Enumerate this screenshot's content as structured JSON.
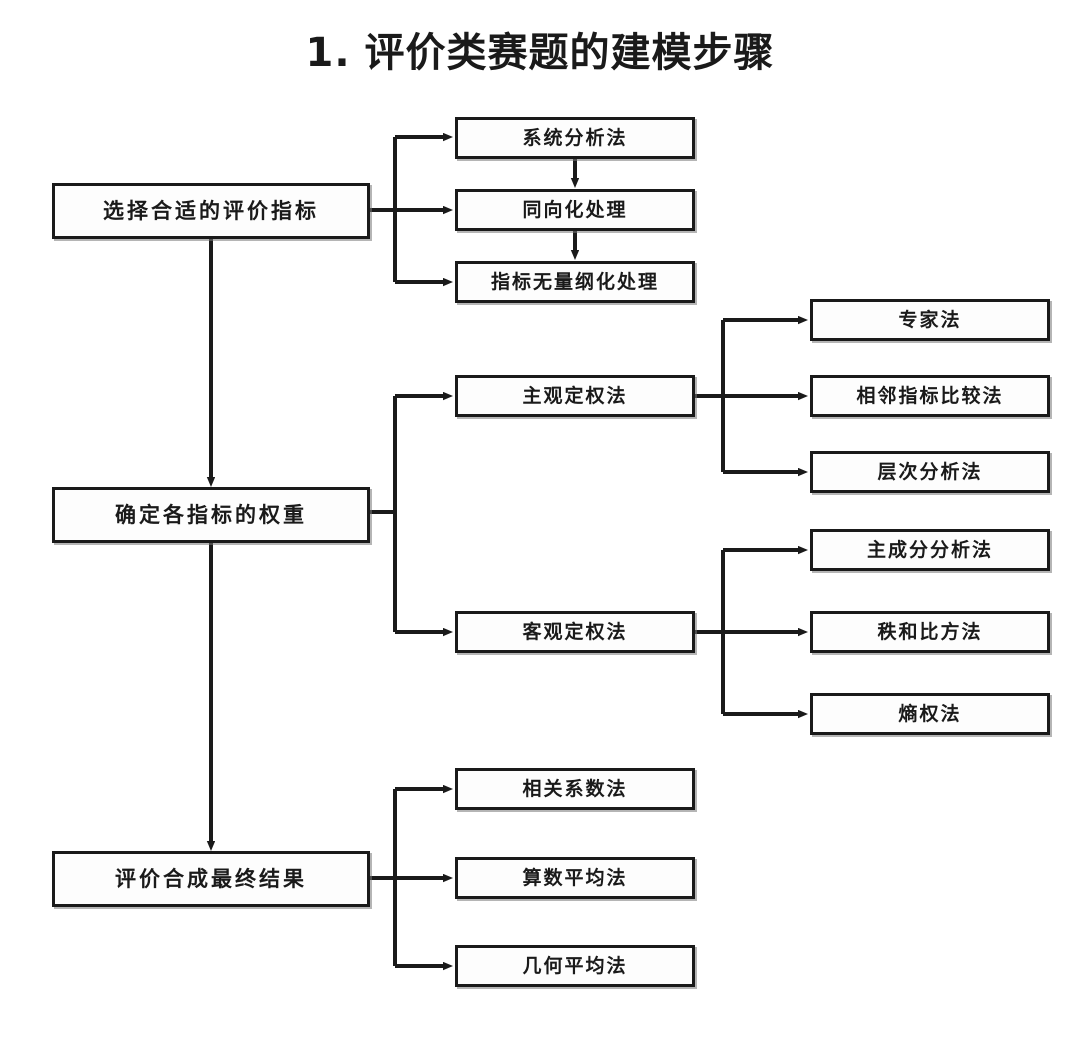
{
  "title": {
    "number": "1.",
    "text": "评价类赛题的建模步骤"
  },
  "colors": {
    "stroke": "#1a1a1a",
    "box_fill": "#fdfdfd",
    "background": "#ffffff"
  },
  "diagram": {
    "type": "flowchart",
    "orientation": "left-to-right with vertical stage flow",
    "stages": [
      {
        "id": "stage-1",
        "label": "选择合适的评价指标",
        "children": [
          "系统分析法",
          "同向化处理",
          "指标无量纲化处理"
        ]
      },
      {
        "id": "stage-2",
        "label": "确定各指标的权重",
        "children": [
          "主观定权法",
          "客观定权法"
        ]
      },
      {
        "id": "stage-3",
        "label": "评价合成最终结果",
        "children": [
          "相关系数法",
          "算数平均法",
          "几何平均法"
        ]
      }
    ],
    "nodes": {
      "stage_1": "选择合适的评价指标",
      "stage_2": "确定各指标的权重",
      "stage_3": "评价合成最终结果",
      "g1_a": "系统分析法",
      "g1_b": "同向化处理",
      "g1_c": "指标无量纲化处理",
      "g2_a": "主观定权法",
      "g2_b": "客观定权法",
      "g2_a1": "专家法",
      "g2_a2": "相邻指标比较法",
      "g2_a3": "层次分析法",
      "g2_b1": "主成分分析法",
      "g2_b2": "秩和比方法",
      "g2_b3": "熵权法",
      "g3_a": "相关系数法",
      "g3_b": "算数平均法",
      "g3_c": "几何平均法"
    }
  }
}
